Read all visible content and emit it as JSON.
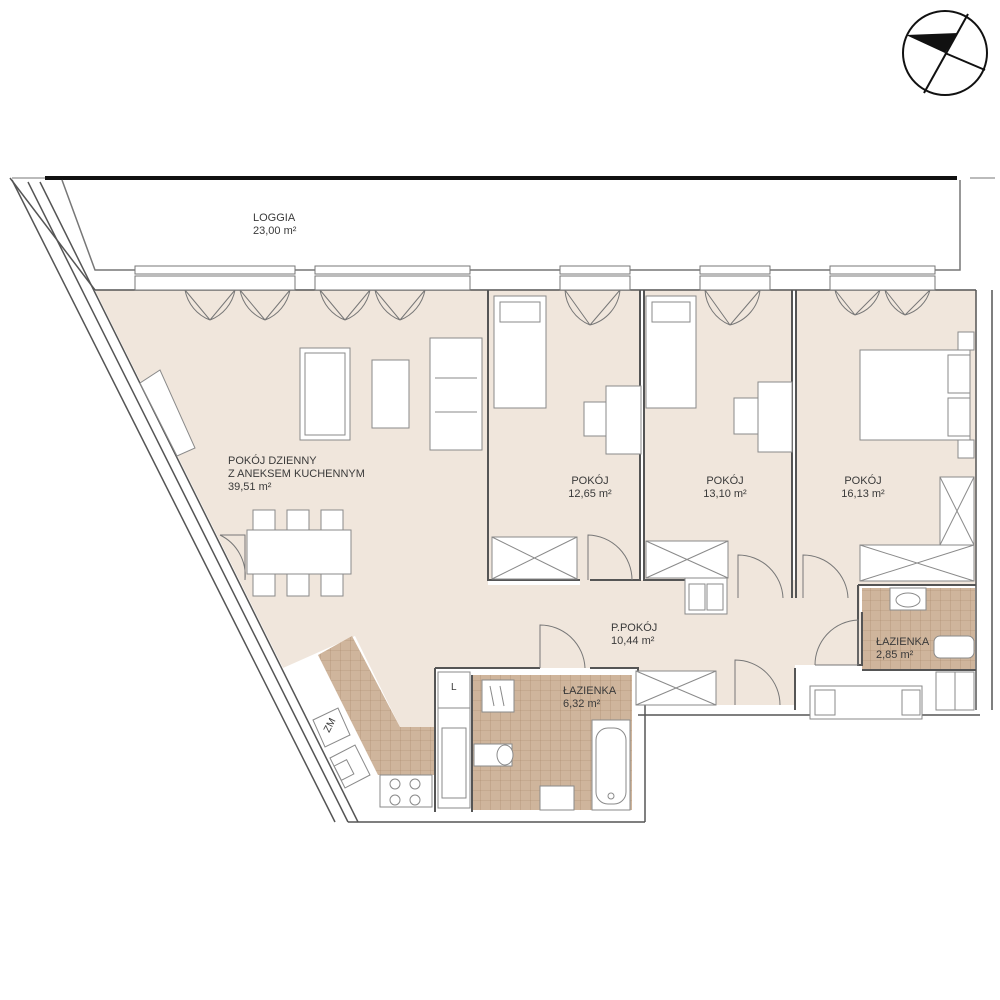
{
  "rooms": {
    "loggia": {
      "name": "LOGGIA",
      "area": "23,00 m²"
    },
    "living": {
      "name_line1": "POKÓJ DZIENNY",
      "name_line2": "Z ANEKSEM KUCHENNYM",
      "area": "39,51 m²"
    },
    "room1": {
      "name": "POKÓJ",
      "area": "12,65 m²"
    },
    "room2": {
      "name": "POKÓJ",
      "area": "13,10 m²"
    },
    "room3": {
      "name": "POKÓJ",
      "area": "16,13 m²"
    },
    "hall": {
      "name": "P.POKÓJ",
      "area": "10,44 m²"
    },
    "bath1": {
      "name": "ŁAZIENKA",
      "area": "6,32 m²"
    },
    "bath2": {
      "name": "ŁAZIENKA",
      "area": "2,85 m²"
    }
  },
  "fixtures": {
    "fridge": "L",
    "dishwasher": "ZM"
  },
  "colors": {
    "floor": "#f0e6dc",
    "tile": "#cfb59c",
    "tile_grid": "#a8876a",
    "wall": "#555555",
    "furniture": "#ffffff",
    "furniture_stroke": "#8a8a8a"
  }
}
